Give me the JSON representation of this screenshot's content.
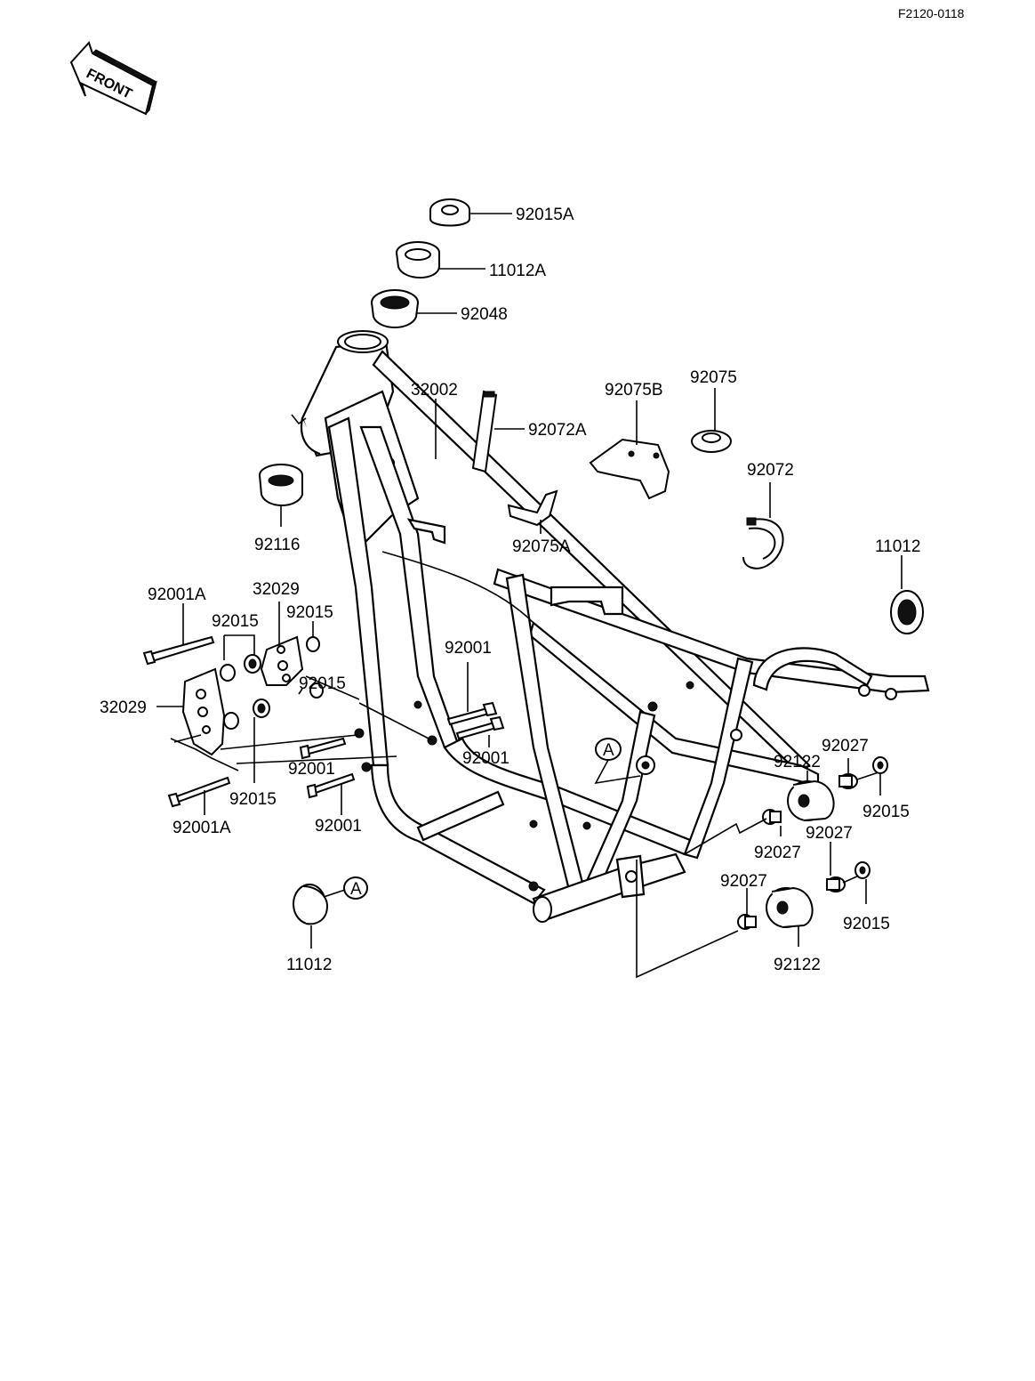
{
  "ref_code": "F2120-0118",
  "front_arrow": {
    "text": "FRONT",
    "icon": "front-direction-arrow-icon"
  },
  "labels": {
    "l_92015A": "92015A",
    "l_11012A": "11012A",
    "l_92048": "92048",
    "l_32002": "32002",
    "l_92072A": "92072A",
    "l_92075B": "92075B",
    "l_92075": "92075",
    "l_92072": "92072",
    "l_92075A": "92075A",
    "l_92116": "92116",
    "l_11012_right": "11012",
    "l_92001A_top": "92001A",
    "l_32029_top": "32029",
    "l_92015_a": "92015",
    "l_92015_b": "92015",
    "l_32029_left": "32029",
    "l_92015_c": "92015",
    "l_92001_a": "92001",
    "l_92001_b": "92001",
    "l_92001_c": "92001",
    "l_92015_d": "92015",
    "l_92001A_bottom": "92001A",
    "l_92001_d": "92001",
    "l_92027_a": "92027",
    "l_92122_a": "92122",
    "l_92015_e": "92015",
    "l_92027_b": "92027",
    "l_92027_c": "92027",
    "l_92027_d": "92027",
    "l_92015_f": "92015",
    "l_92122_b": "92122",
    "l_11012_bottom": "11012"
  },
  "markers": {
    "a_frame": "A",
    "a_cap": "A"
  }
}
